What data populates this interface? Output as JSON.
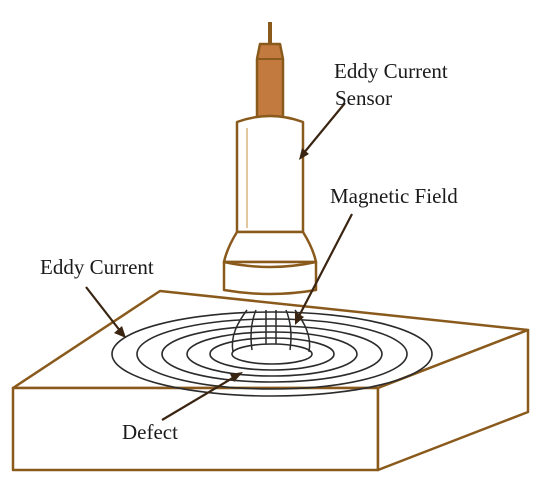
{
  "labels": {
    "sensor_line1": "Eddy Current",
    "sensor_line2": "Sensor",
    "magnetic_field": "Magnetic Field",
    "eddy_current": "Eddy Current",
    "defect": "Defect"
  },
  "colors": {
    "outline": "#8a5a1c",
    "sensor_tip": "#c27a3e",
    "lines": "#2b2b2b",
    "background": "#ffffff"
  }
}
